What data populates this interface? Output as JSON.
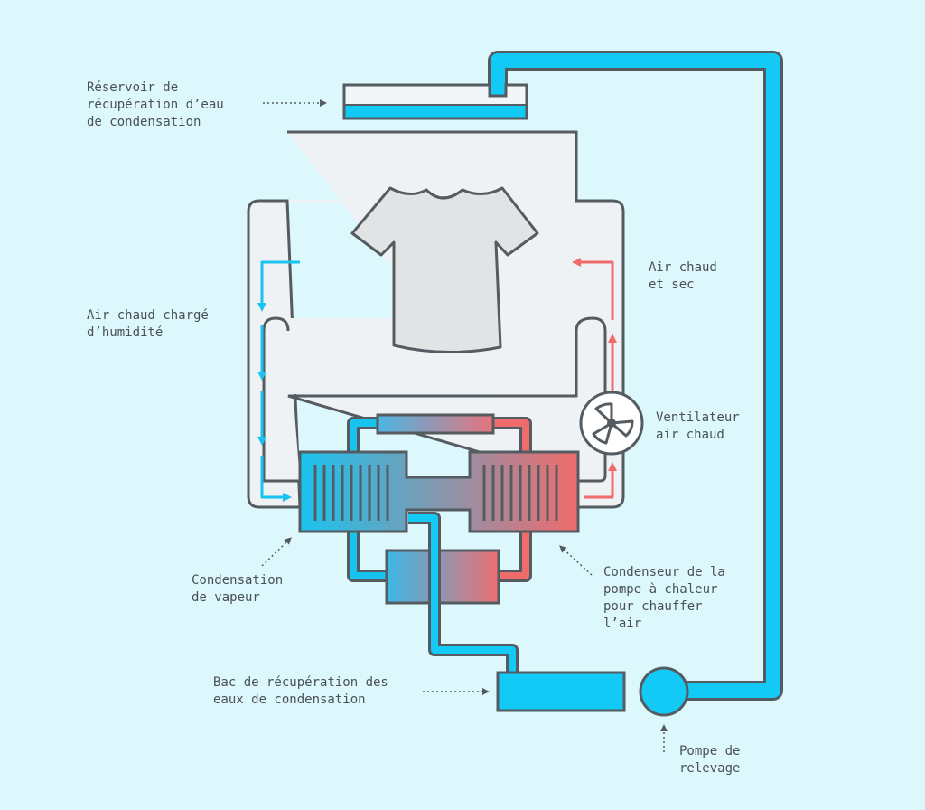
{
  "labels": {
    "reservoir": "Réservoir de\nrécupération d’eau\nde condensation",
    "hot_humid_air": "Air chaud chargé\nd’humidité",
    "hot_dry_air": "Air chaud\net sec",
    "fan": "Ventilateur\nair chaud",
    "vapor_condensation": "Condensation\nde vapeur",
    "heat_pump_condenser": "Condenseur de la\npompe à chaleur\npour chauffer\nl’air",
    "collection_tray": "Bac de récupération des\neaux de condensation",
    "lift_pump": "Pompe de\nrelevage"
  },
  "colors": {
    "background": "#dcf8fd",
    "water": "#13c9f5",
    "cold_air": "#19c3f0",
    "hot_air": "#f06b6b",
    "outline": "#555c61",
    "drum": "#eef2f4",
    "shirt": "#e2e3e4",
    "text": "#4a5054"
  },
  "icons": {
    "shirt": "t-shirt-icon",
    "fan": "fan-icon",
    "pump": "pump-icon"
  }
}
